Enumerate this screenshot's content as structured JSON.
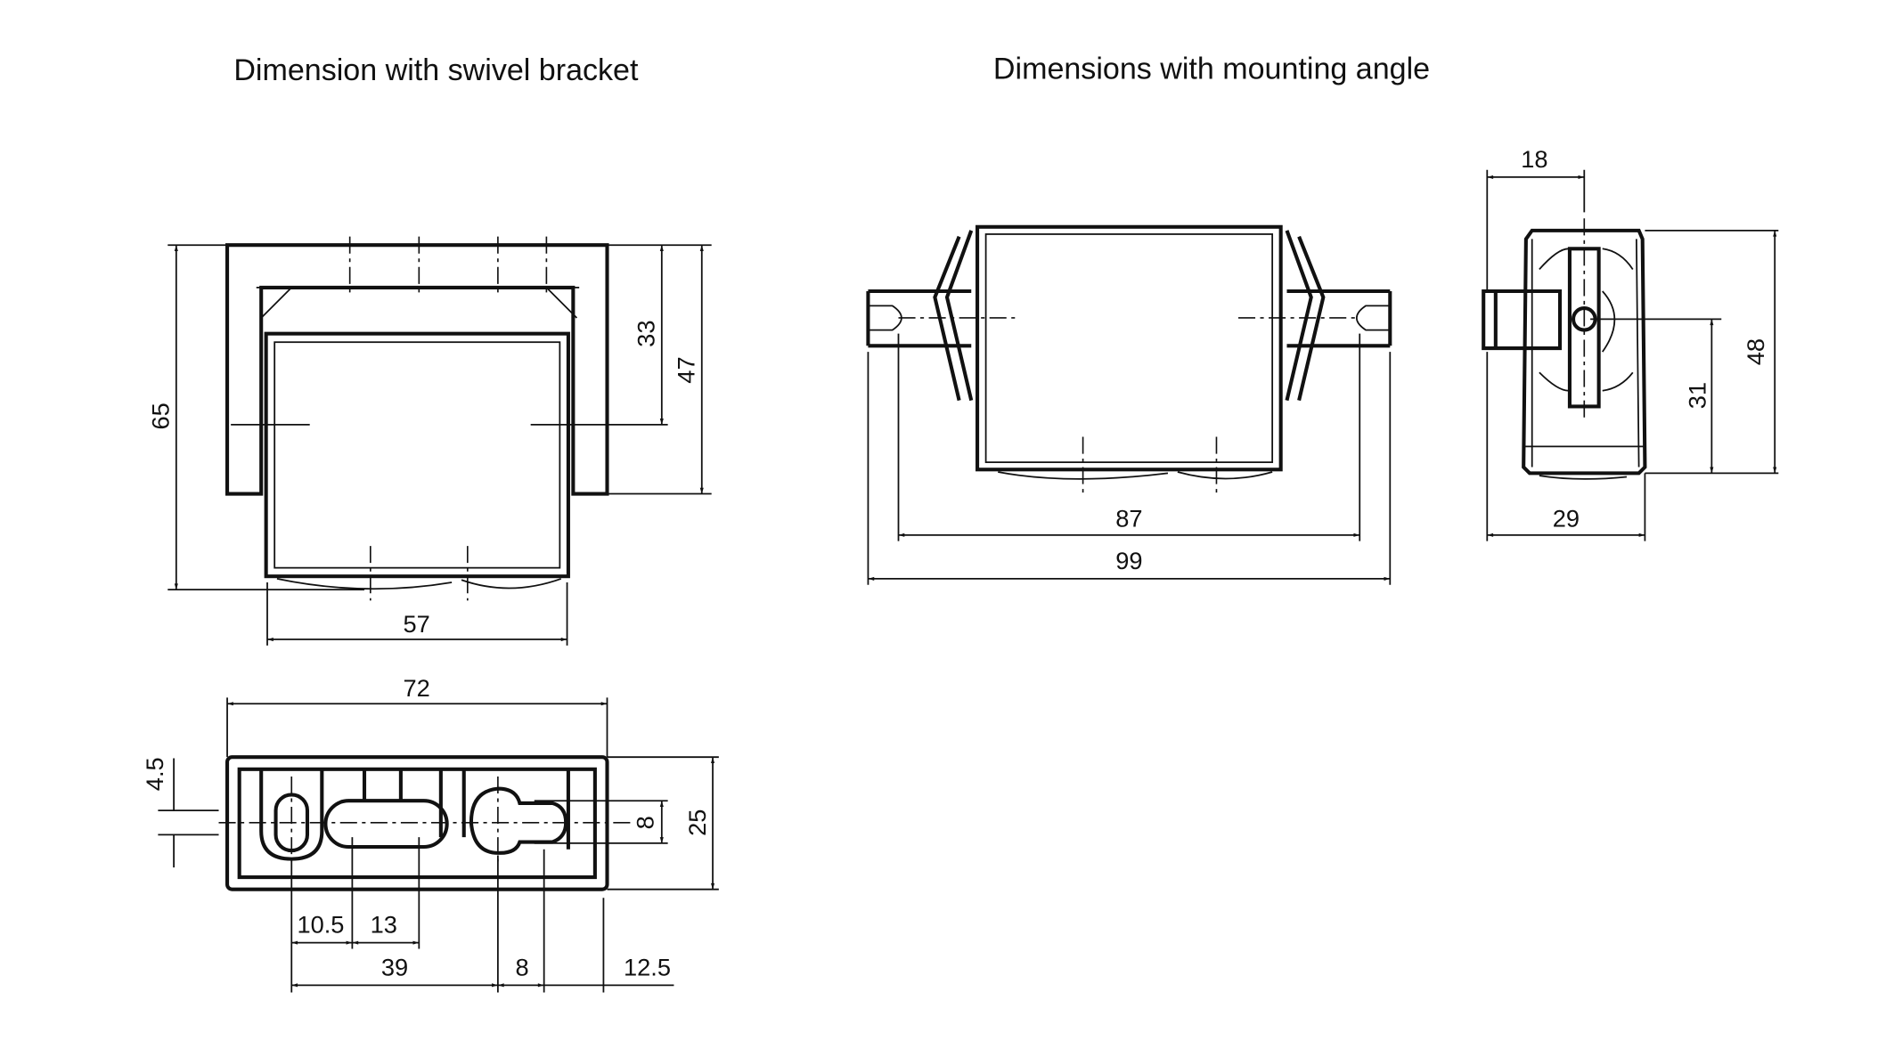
{
  "titles": {
    "left": "Dimension with swivel bracket",
    "right": "Dimensions with mounting angle"
  },
  "swivel_front": {
    "d65": "65",
    "d33": "33",
    "d47": "47",
    "d57": "57"
  },
  "swivel_bottom": {
    "d72": "72",
    "d25": "25",
    "d8v": "8",
    "d4_5": "4.5",
    "d10_5": "10.5",
    "d13": "13",
    "d39": "39",
    "d8h": "8",
    "d12_5": "12.5"
  },
  "angle_front": {
    "d87": "87",
    "d99": "99"
  },
  "angle_side": {
    "d18": "18",
    "d29": "29",
    "d31": "31",
    "d48": "48"
  }
}
